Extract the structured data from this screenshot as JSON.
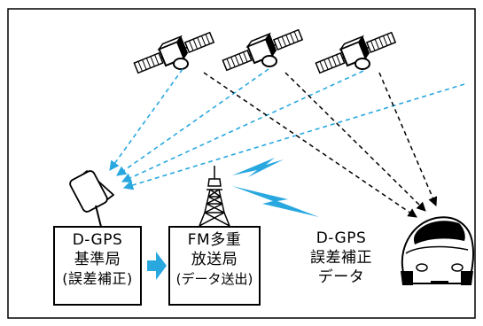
{
  "diagram": {
    "base_station": {
      "lines": [
        "D-GPS",
        "基準局",
        "(誤差補正)"
      ]
    },
    "fm_station": {
      "lines": [
        "FM多重",
        "放送局",
        "(データ送出)"
      ]
    },
    "broadcast_data": {
      "lines": [
        "D-GPS",
        "誤差補正",
        "データ"
      ]
    },
    "colors": {
      "satellite_signal_to_base": "#29a8e0",
      "satellite_signal_to_car": "#000000",
      "flow_arrow": "#29a8e0",
      "radio_wave": "#29a8e0"
    }
  }
}
